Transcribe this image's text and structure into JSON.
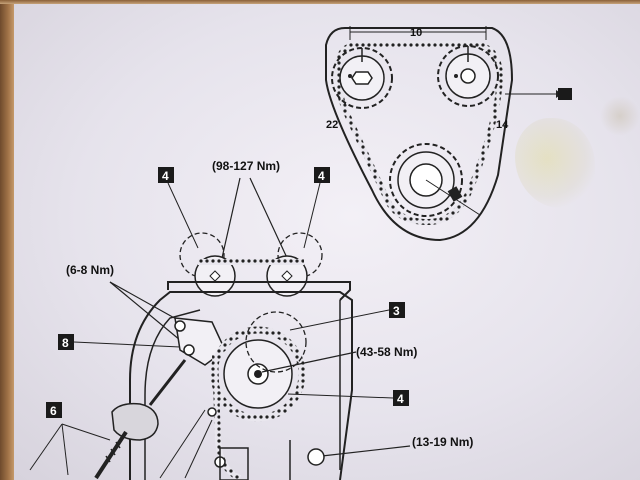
{
  "torque_specs": {
    "top_cam_sprockets": "(98-127 Nm)",
    "tensioner_bolts": "(6-8 Nm)",
    "crank_sprocket": "(43-58 Nm)",
    "lower_bolt": "(13-19 Nm)"
  },
  "chain_counts": {
    "top_span": "10",
    "left_span": "22",
    "right_span": "14"
  },
  "callouts": {
    "left_upper": "4",
    "right_upper": "4",
    "guide": "3",
    "tensioner": "8",
    "crank": "4",
    "tool": "6"
  },
  "colors": {
    "paper": "#ebe8ef",
    "ink": "#1a1a1a",
    "wood": "#a37549"
  }
}
